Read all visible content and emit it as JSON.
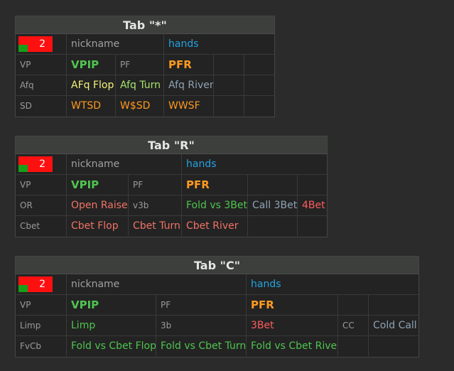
{
  "panels": [
    {
      "title": "Tab \"*\"",
      "badge": "2",
      "row0": {
        "nick": "nickname",
        "hands": "hands"
      },
      "row1": {
        "label": "VP",
        "vpip": "VPIP",
        "pf_label": "PF",
        "pfr": "PFR"
      },
      "row2": {
        "label": "Afq",
        "c1": "AFq Flop",
        "c2": "Afq Turn",
        "c3": "Afq River"
      },
      "row3": {
        "label": "SD",
        "c1": "WTSD",
        "c2": "W$SD",
        "c3": "WWSF"
      }
    },
    {
      "title": "Tab \"R\"",
      "badge": "2",
      "row0": {
        "nick": "nickname",
        "hands": "hands"
      },
      "row1": {
        "label": "VP",
        "vpip": "VPIP",
        "pf_label": "PF",
        "pfr": "PFR"
      },
      "row2": {
        "label": "OR",
        "c1": "Open Raise",
        "v3b": "v3b",
        "c2": "Fold vs 3Bet",
        "c3": "Call 3Bet",
        "c4": "4Bet"
      },
      "row3": {
        "label": "Cbet",
        "c1": "Cbet Flop",
        "c2": "Cbet Turn",
        "c3": "Cbet River"
      }
    },
    {
      "title": "Tab \"C\"",
      "badge": "2",
      "row0": {
        "nick": "nickname",
        "hands": "hands"
      },
      "row1": {
        "label": "VP",
        "vpip": "VPIP",
        "pf_label": "PF",
        "pfr": "PFR"
      },
      "row2": {
        "label": "Limp",
        "c1": "Limp",
        "c2": "3b",
        "c3": "3Bet",
        "cc": "CC",
        "c4": "Cold Call"
      },
      "row3": {
        "label": "FvCb",
        "c1": "Fold vs Cbet Flop",
        "c2": "Fold vs Cbet Turn",
        "c3": "Fold vs Cbet River"
      }
    }
  ],
  "colors": {
    "badge_red": "#ff1010",
    "badge_green": "#18a018",
    "vpip_green": "#4fc44f",
    "pfr_orange": "#ff9a1f",
    "hands_blue": "#23a3e0"
  }
}
